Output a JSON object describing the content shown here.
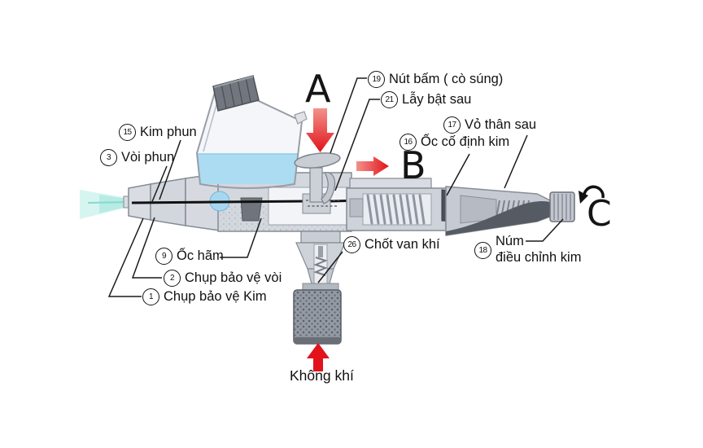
{
  "letters": {
    "a": "A",
    "b": "B",
    "c": "C"
  },
  "air_label": "Không khí",
  "parts": {
    "p15": {
      "num": "15",
      "name": "Kim phun"
    },
    "p3": {
      "num": "3",
      "name": "Vòi phun"
    },
    "p9": {
      "num": "9",
      "name": "Ốc hãm"
    },
    "p2": {
      "num": "2",
      "name": "Chụp bảo vệ vòi"
    },
    "p1": {
      "num": "1",
      "name": "Chụp bảo vệ Kim"
    },
    "p19": {
      "num": "19",
      "name": "Nút bấm ( cò súng)"
    },
    "p21": {
      "num": "21",
      "name": "Lẫy bật sau"
    },
    "p17": {
      "num": "17",
      "name": "Vỏ thân sau"
    },
    "p16": {
      "num": "16",
      "name": "Ốc cố định kim"
    },
    "p26": {
      "num": "26",
      "name": "Chốt van khí"
    },
    "p18": {
      "num": "18",
      "name_line1": "Núm",
      "name_line2": "điều chỉnh kim"
    }
  },
  "colors": {
    "arrow_red": "#e2131a",
    "paint_blue": "#abdcf2",
    "spray_teal": "#bfeee8",
    "metal_light": "#ced3da",
    "metal_dark": "#565b63",
    "text": "#111111"
  }
}
